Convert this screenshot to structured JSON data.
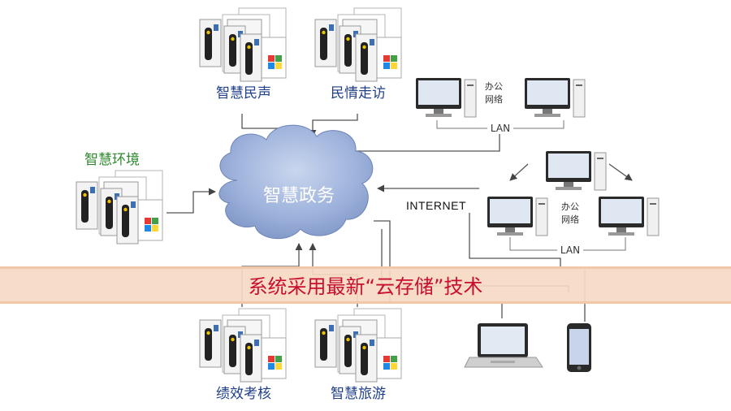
{
  "cloud": {
    "label": "智慧政务"
  },
  "servers": {
    "top_left": "智慧民声",
    "top_right": "民情走访",
    "left": "智慧环境",
    "bottom_left": "绩效考核",
    "bottom_right": "智慧旅游"
  },
  "office_top": {
    "label_line1": "办公",
    "label_line2": "网络",
    "lan": "LAN"
  },
  "office_right": {
    "label_line1": "办公",
    "label_line2": "网络",
    "lan": "LAN"
  },
  "internet": {
    "label": "INTERNET"
  },
  "banner": {
    "text": "系统采用最新“云存储”技术"
  },
  "colors": {
    "banner_bg": "#f6d9c4",
    "banner_text": "#c8102e",
    "label_blue": "#1f3f8a",
    "label_green": "#2f8a2f",
    "cloud": "#8fa8d6"
  }
}
